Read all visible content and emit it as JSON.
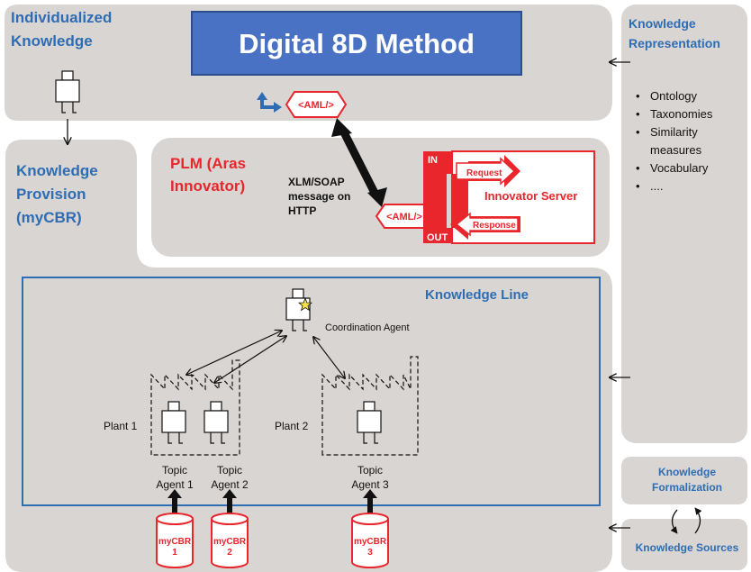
{
  "individualized": {
    "line1": "Individualized",
    "line2": "Knowledge"
  },
  "title": "Digital 8D Method",
  "aml": {
    "top": "<AML/>",
    "bottom": "<AML/>"
  },
  "provision": {
    "line1": "Knowledge",
    "line2": "Provision",
    "line3": "(myCBR)"
  },
  "plm": {
    "line1": "PLM (Aras",
    "line2": "Innovator)"
  },
  "message": {
    "line1": "XLM/SOAP",
    "line2": "message on",
    "line3": "HTTP"
  },
  "server": {
    "in": "IN",
    "out": "OUT",
    "request": "Request",
    "response": "Response",
    "name": "Innovator Server"
  },
  "representation": {
    "line1": "Knowledge",
    "line2": "Representation",
    "items": [
      "Ontology",
      "Taxonomies",
      "Similarity",
      "measures",
      "Vocabulary",
      "...."
    ]
  },
  "knowledge_line": "Knowledge Line",
  "coordination_agent": "Coordination Agent",
  "plants": [
    "Plant 1",
    "Plant 2"
  ],
  "topic_agents": [
    {
      "line1": "Topic",
      "line2": "Agent 1"
    },
    {
      "line1": "Topic",
      "line2": "Agent 2"
    },
    {
      "line1": "Topic",
      "line2": "Agent 3"
    }
  ],
  "databases": [
    {
      "line1": "myCBR",
      "line2": "1"
    },
    {
      "line1": "myCBR",
      "line2": "2"
    },
    {
      "line1": "myCBR",
      "line2": "3"
    }
  ],
  "formalization": {
    "line1": "Knowledge",
    "line2": "Formalization"
  },
  "sources": "Knowledge Sources",
  "colors": {
    "panel": "#d9d5d2",
    "blue": "#2e6db4",
    "title_box": "#4a72c4",
    "red": "#e8262b"
  }
}
